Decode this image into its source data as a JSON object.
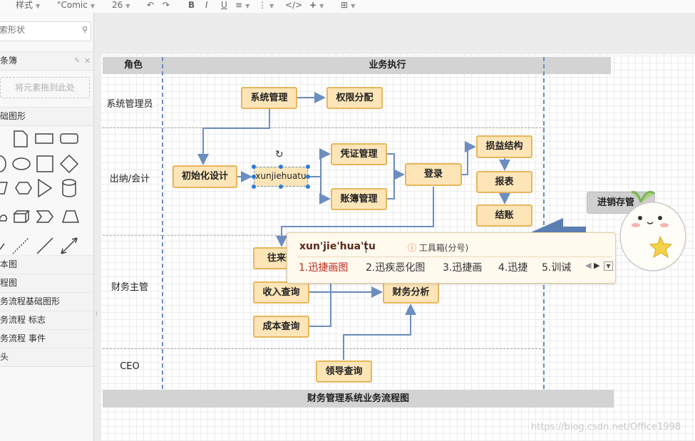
{
  "toolbar": {
    "style_label": "样式",
    "font_label": "\"Comic",
    "size_label": "26",
    "undo_icon": "undo-icon",
    "redo_icon": "redo-icon",
    "bold": "B",
    "italic": "I",
    "underline": "U",
    "code_label": "</>",
    "plus_label": "+"
  },
  "sidebar": {
    "search_placeholder": "索形状",
    "scratchpad_title": "条簿",
    "drop_hint": "将元素拖到此处",
    "general_title": "础图形",
    "libraries": [
      "本图",
      "程图",
      "务流程基础图形",
      "务流程 标志",
      "务流程 事件",
      "头"
    ]
  },
  "diagram": {
    "role_header": "角色",
    "exec_header": "业务执行",
    "footer": "财务管理系统业务流程图",
    "roles": [
      "系统管理员",
      "出纳/会计",
      "财务主管",
      "CEO"
    ],
    "nodes": {
      "sys_manage": "系统管理",
      "perm_assign": "权限分配",
      "init_design": "初始化设计",
      "editing": "xunjiehuatu",
      "voucher": "凭证管理",
      "ledger": "账簿管理",
      "login": "登录",
      "profit_struct": "损益结构",
      "report": "报表",
      "close": "结账",
      "receivable": "往来查",
      "income_query": "收入查询",
      "finance_analysis": "财务分析",
      "cost_query": "成本查询",
      "leader_query": "领导查询",
      "inventory": "进销存管"
    }
  },
  "ime": {
    "input": "xun'jie'hua'tu",
    "toolbox": "工具箱(分号)",
    "candidates": [
      "1.迅捷画图",
      "2.迅疾恶化图",
      "3.迅捷画",
      "4.迅捷",
      "5.训诫"
    ]
  },
  "watermark": "https://blog.csdn.net/Office1998",
  "colors": {
    "node_fill": "#fde5b8",
    "node_border": "#e7b75a",
    "edge": "#6c8ebf",
    "header": "#d3d3d3"
  }
}
